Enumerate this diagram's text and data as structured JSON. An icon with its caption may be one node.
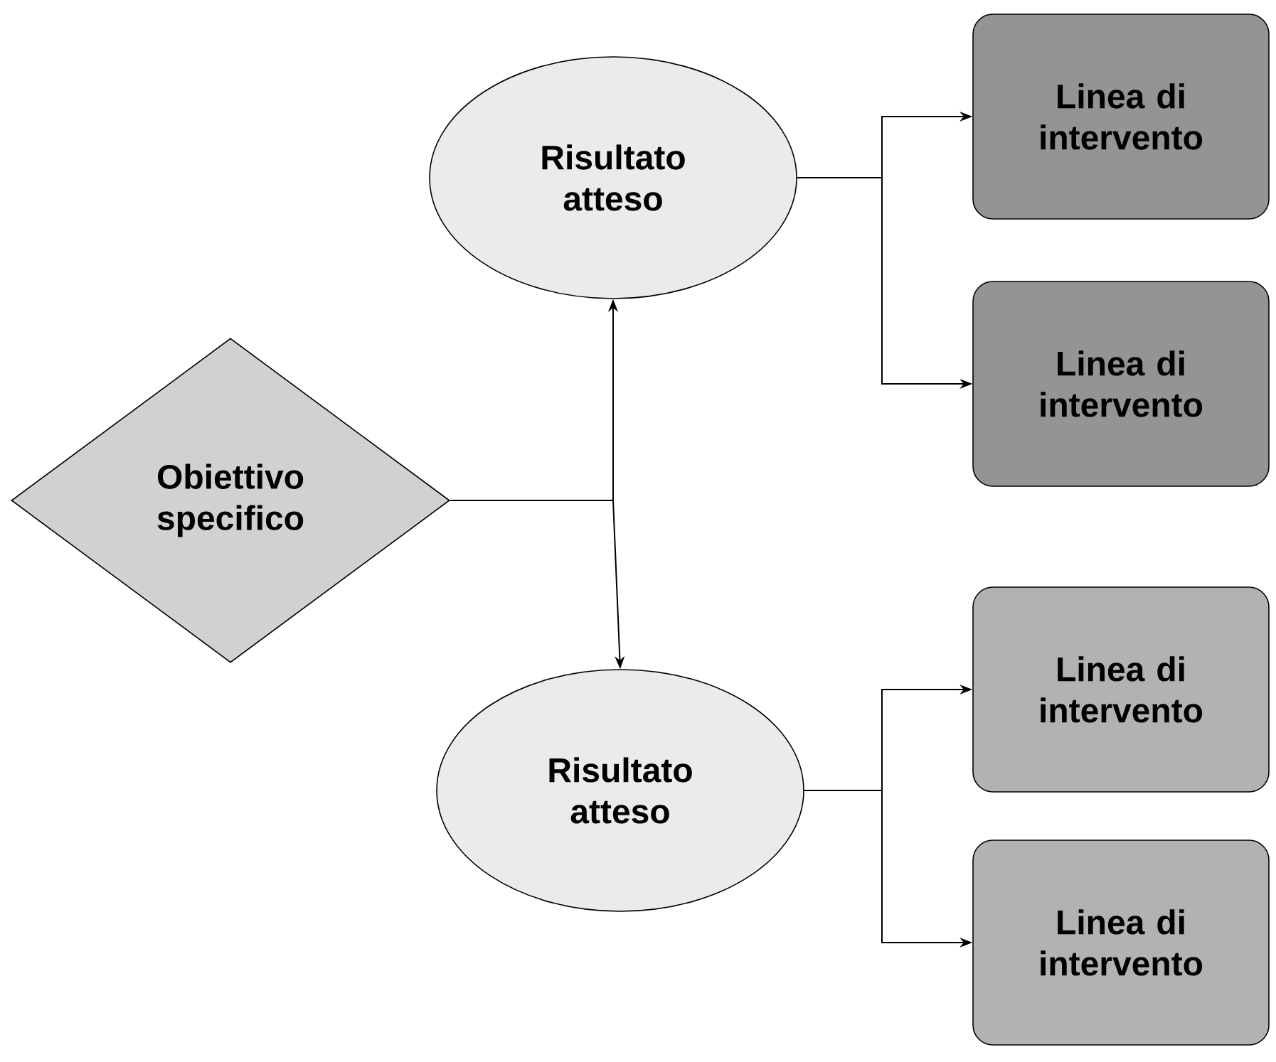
{
  "diagram": {
    "nodes": [
      {
        "text": [
          "Obiettivo specifico"
        ]
      },
      {
        "text": [
          "Risultato atteso"
        ]
      },
      {
        "text": [
          "Risultato atteso"
        ]
      },
      {
        "text": [
          "Linea di intervento"
        ]
      },
      {
        "text": [
          "Linea di intervento"
        ]
      },
      {
        "text": [
          "Linea di intervento"
        ]
      },
      {
        "text": [
          "Linea di intervento"
        ]
      }
    ],
    "edges": [
      {
        "from": 0,
        "to": 1,
        "arrow": "to"
      },
      {
        "from": 0,
        "to": 2,
        "arrow": "to"
      },
      {
        "from": 1,
        "to": 3,
        "arrow": "to"
      },
      {
        "from": 1,
        "to": 4,
        "arrow": "to"
      },
      {
        "from": 2,
        "to": 5,
        "arrow": "to"
      },
      {
        "from": 2,
        "to": 6,
        "arrow": "to"
      }
    ]
  }
}
